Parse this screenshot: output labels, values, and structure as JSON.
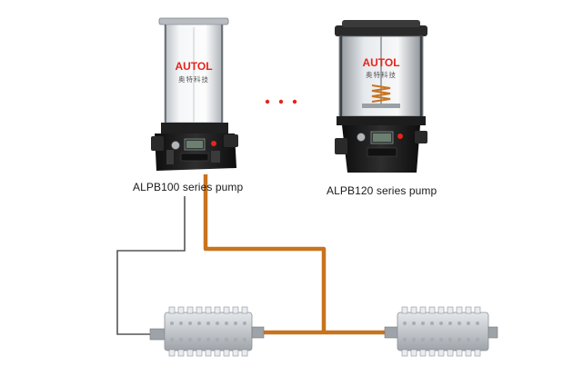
{
  "pumps": [
    {
      "brand": "AUTOL",
      "brand_cn": "奥特科技",
      "caption": "ALPB100 series pump"
    },
    {
      "brand": "AUTOL",
      "brand_cn": "奥特科技",
      "caption": "ALPB120 series pump"
    }
  ],
  "colors": {
    "grease_line": "#c8731e",
    "signal_line": "#555555",
    "brand_red": "#e8231b",
    "dots": "#e8231b",
    "pump_body": "#1c1c1c",
    "distributor": "#c9ccd1"
  },
  "icons": {
    "ellipsis": "ellipsis-icon",
    "pump": "pump-icon",
    "distributor": "distributor-icon"
  }
}
